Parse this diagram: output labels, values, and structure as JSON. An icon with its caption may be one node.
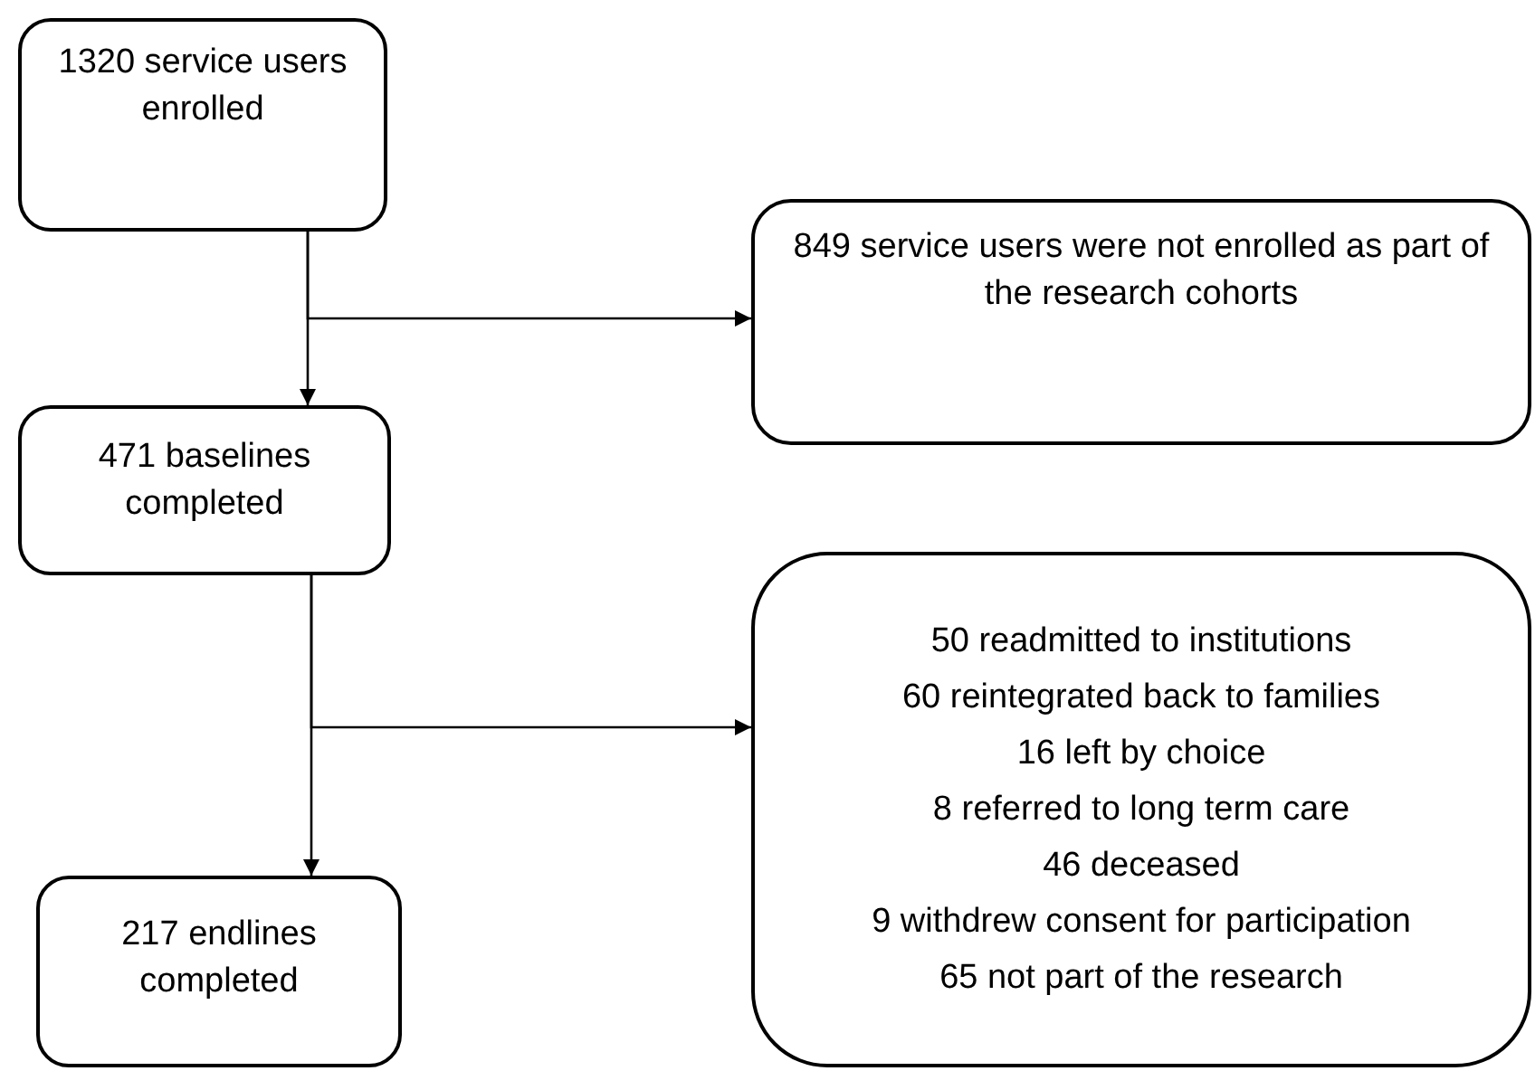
{
  "diagram": {
    "nodes": [
      {
        "text": [
          "1320 service users enrolled"
        ]
      },
      {
        "text": [
          "849 service users were not enrolled as part of the research cohorts"
        ]
      },
      {
        "text": [
          "471 baselines completed"
        ]
      },
      {
        "text": [
          "217 endlines completed"
        ]
      },
      {
        "text": [
          "50 readmitted to institutions",
          "60 reintegrated back to families",
          "16 left by choice",
          "8 referred to long term care",
          "46 deceased",
          "9 withdrew consent for participation",
          "65 not part of the research"
        ]
      }
    ],
    "edges": [
      {
        "from": 0,
        "to": 2,
        "arrow": "to"
      },
      {
        "from": 0,
        "to": 1,
        "arrow": "to"
      },
      {
        "from": 2,
        "to": 3,
        "arrow": "to"
      },
      {
        "from": 2,
        "to": 4,
        "arrow": "to"
      }
    ]
  }
}
